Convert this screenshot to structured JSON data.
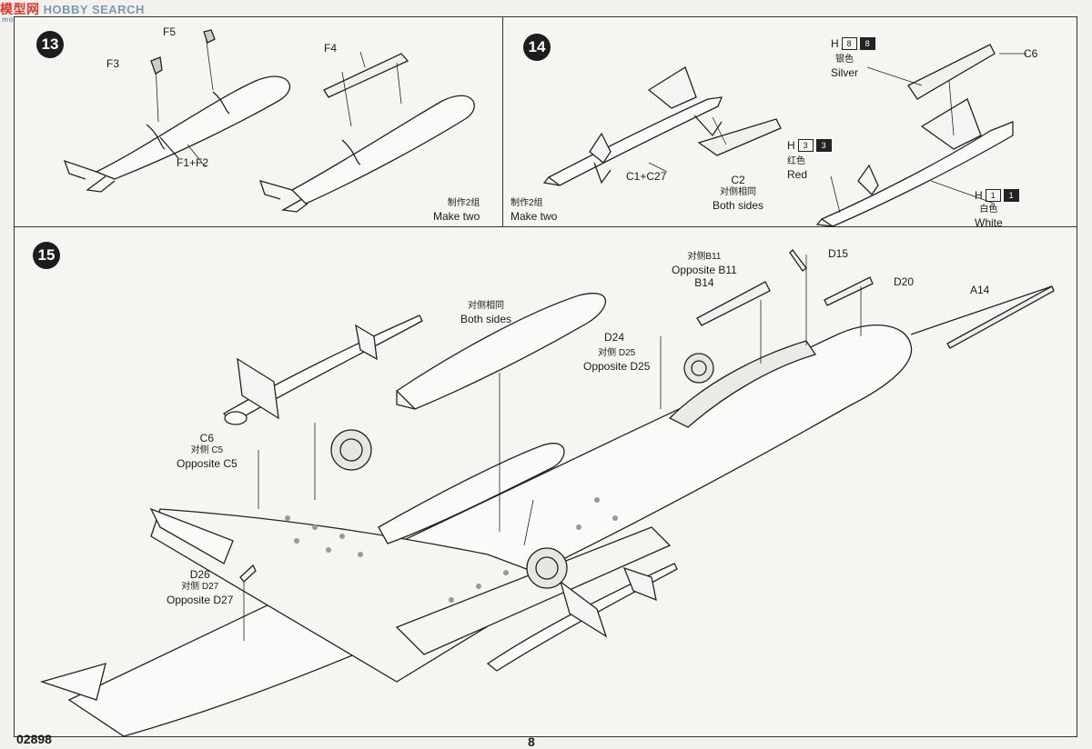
{
  "watermark": {
    "logo": "模型网",
    "name": "HOBBY SEARCH",
    "site": "moxing.net"
  },
  "steps": {
    "s13": {
      "number": "13",
      "parts": {
        "f5": "F5",
        "f3": "F3",
        "f4": "F4",
        "f1f2": "F1+F2"
      },
      "note_cn": "制作2组",
      "note_en": "Make two"
    },
    "s14": {
      "number": "14",
      "note_cn": "制作2组",
      "note_en": "Make two",
      "parts": {
        "c1c27": "C1+C27",
        "c2": "C2",
        "c2_cn": "对侧相同",
        "c2_en": "Both sides",
        "c6": "C6"
      },
      "paints": [
        {
          "letter": "H",
          "code1": "8",
          "code2": "8",
          "cn": "银色",
          "en": "Silver"
        },
        {
          "letter": "H",
          "code1": "3",
          "code2": "3",
          "cn": "红色",
          "en": "Red"
        },
        {
          "letter": "H",
          "code1": "1",
          "code2": "1",
          "cn": "白色",
          "en": "White"
        }
      ]
    },
    "s15": {
      "number": "15",
      "tank_cn": "对侧相同",
      "tank_en": "Both sides",
      "parts": {
        "b11_cn": "对侧B11",
        "b11_en": "Opposite B11",
        "b14": "B14",
        "d15": "D15",
        "d20": "D20",
        "a14": "A14",
        "d24": "D24",
        "d25_cn": "对侧 D25",
        "d25_en": "Opposite D25",
        "c6": "C6",
        "c5_cn": "对侧 C5",
        "c5_en": "Opposite C5",
        "d26": "D26",
        "d27_cn": "对侧 D27",
        "d27_en": "Opposite D27"
      }
    }
  },
  "footer": {
    "code": "02898",
    "page": "8"
  }
}
